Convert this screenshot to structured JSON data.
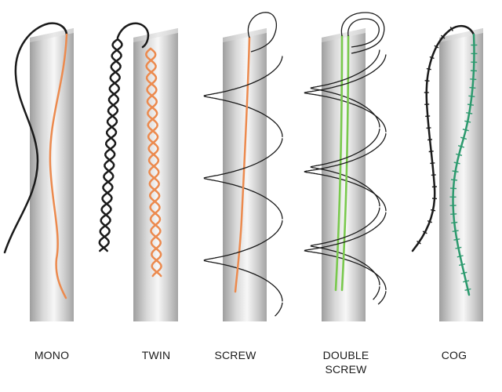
{
  "thread_types": [
    {
      "id": "mono",
      "label": "MONO"
    },
    {
      "id": "twin",
      "label": "TWIN"
    },
    {
      "id": "screw",
      "label": "SCREW"
    },
    {
      "id": "double-screw",
      "label": "DOUBLE\nSCREW"
    },
    {
      "id": "cog",
      "label": "COG"
    }
  ],
  "colors": {
    "mono_thread": "#ec8a4e",
    "twin_thread": "#ec8a4e",
    "screw_thread": "#ec8a4e",
    "double_screw_thread": "#79c94d",
    "cog_thread": "#2c9a6e",
    "needle_dark": "#1a1a1a",
    "cannula_shade": "#a9a9a9",
    "cannula_highlight": "#f7f7f7"
  }
}
